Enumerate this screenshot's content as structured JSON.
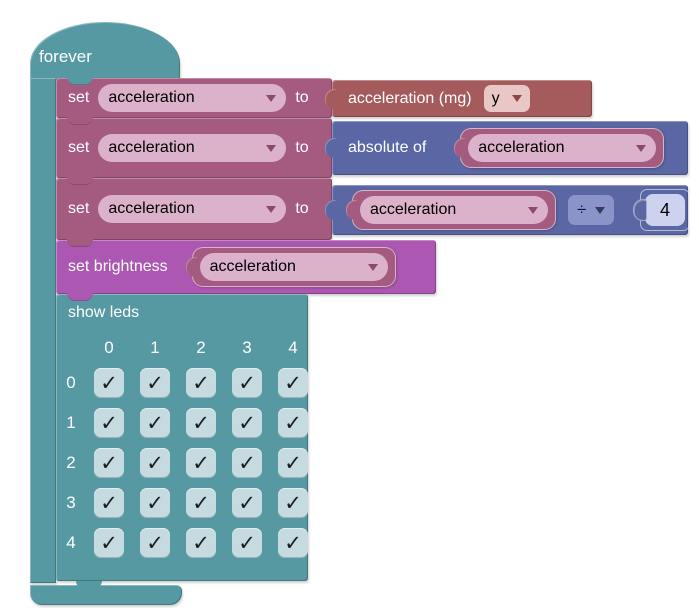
{
  "colors": {
    "loop_teal": "#5699A2",
    "variable_rose": "#A55B80",
    "variable_field_pink": "#DCB1CA",
    "input_red": "#A55B5B",
    "input_field_pink": "#EAC7C7",
    "math_blue": "#5B67A5",
    "math_field_blue": "#8B94C8",
    "number_field_lavender": "#CDD3EF",
    "led_purple": "#AC57B1",
    "checkbox_bg": "#C6DBE0",
    "canvas_bg": "#FFFFFF"
  },
  "forever_block": {
    "label": "forever"
  },
  "set_blocks": [
    {
      "set": "set",
      "variable": "acceleration",
      "to": "to"
    },
    {
      "set": "set",
      "variable": "acceleration",
      "to": "to"
    },
    {
      "set": "set",
      "variable": "acceleration",
      "to": "to"
    }
  ],
  "value_blocks": {
    "acceleration_mg": {
      "label": "acceleration (mg)",
      "axis": "y"
    },
    "absolute_of": {
      "label": "absolute of",
      "variable": "acceleration"
    },
    "division": {
      "variable": "acceleration",
      "operator": "÷",
      "number": "4"
    }
  },
  "brightness_block": {
    "label": "set brightness",
    "variable": "acceleration"
  },
  "show_leds_block": {
    "label": "show leds",
    "column_headers": [
      "0",
      "1",
      "2",
      "3",
      "4"
    ],
    "row_labels": [
      "0",
      "1",
      "2",
      "3",
      "4"
    ],
    "check_glyph": "✓",
    "grid": [
      [
        true,
        true,
        true,
        true,
        true
      ],
      [
        true,
        true,
        true,
        true,
        true
      ],
      [
        true,
        true,
        true,
        true,
        true
      ],
      [
        true,
        true,
        true,
        true,
        true
      ],
      [
        true,
        true,
        true,
        true,
        true
      ]
    ]
  }
}
